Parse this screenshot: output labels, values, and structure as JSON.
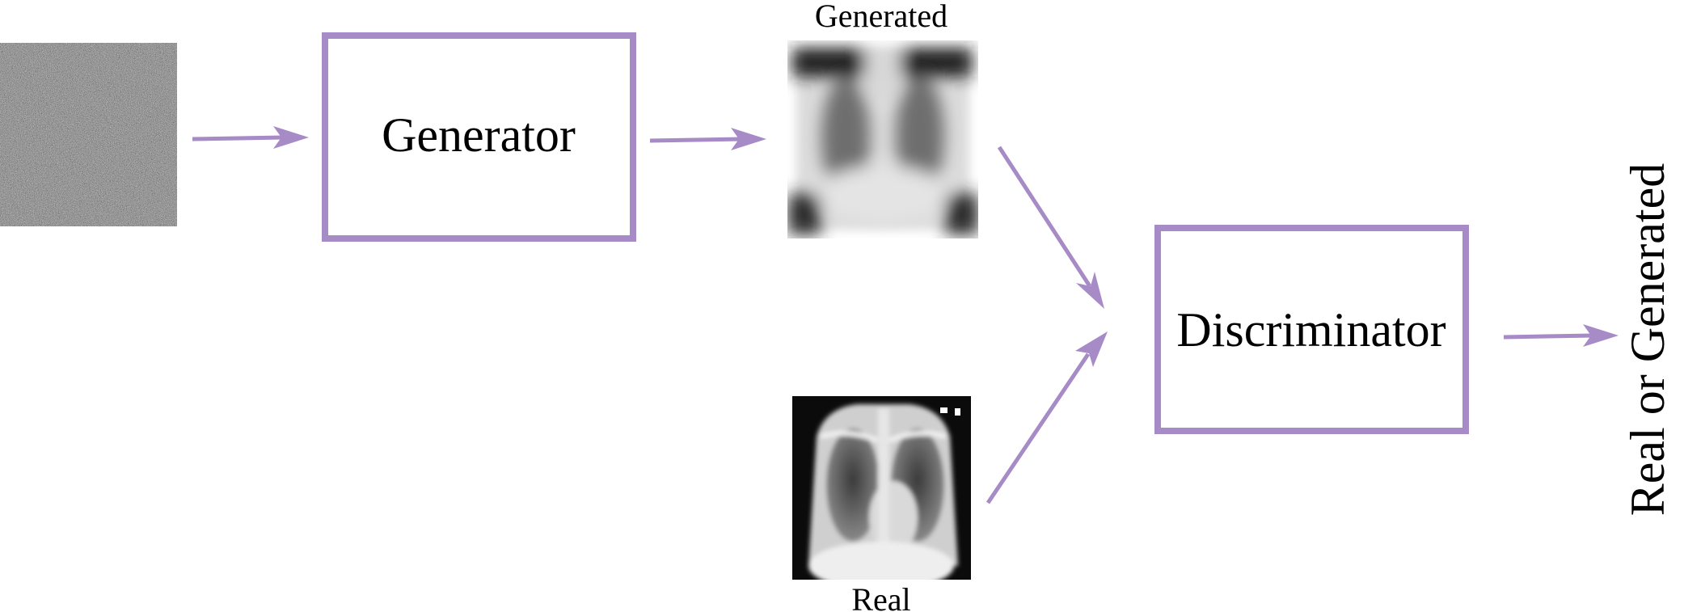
{
  "diagram": {
    "nodes": {
      "noise": {},
      "generator": {
        "label": "Generator"
      },
      "generated_image": {
        "label": "Generated"
      },
      "real_image": {
        "label": "Real"
      },
      "discriminator": {
        "label": "Discriminator"
      },
      "output": {
        "label": "Real or Generated"
      }
    },
    "edges": [
      {
        "from": "noise",
        "to": "generator"
      },
      {
        "from": "generator",
        "to": "generated_image"
      },
      {
        "from": "generated_image",
        "to": "discriminator"
      },
      {
        "from": "real_image",
        "to": "discriminator"
      },
      {
        "from": "discriminator",
        "to": "output"
      }
    ],
    "colors": {
      "accent": "#A68BC6",
      "text": "#000000",
      "background": "#FFFFFF"
    }
  }
}
